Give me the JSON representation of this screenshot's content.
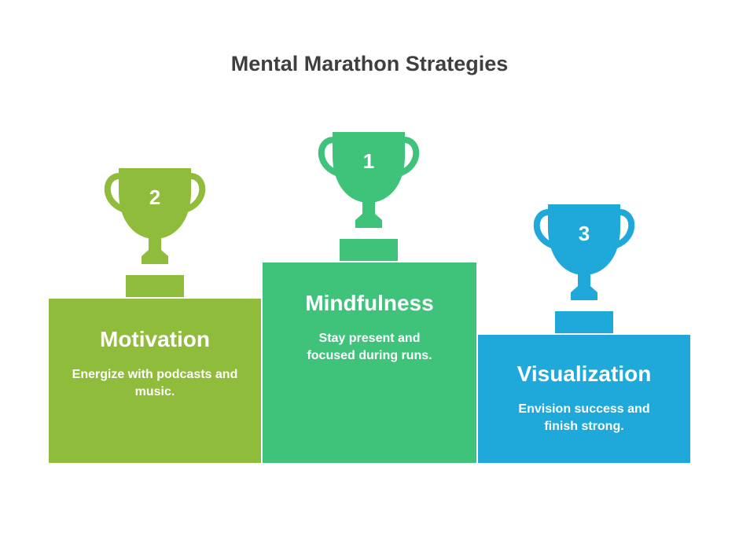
{
  "title": "Mental Marathon Strategies",
  "colors": {
    "green_light": "#8fbc3b",
    "green": "#3fc37b",
    "blue": "#1ea9da",
    "title": "#3f3f3f"
  },
  "podiums": [
    {
      "rank": "2",
      "name": "Motivation",
      "description": "Energize with podcasts and music.",
      "icon": "trophy-icon"
    },
    {
      "rank": "1",
      "name": "Mindfulness",
      "description": "Stay present and focused during runs.",
      "icon": "trophy-icon"
    },
    {
      "rank": "3",
      "name": "Visualization",
      "description": "Envision success and finish strong.",
      "icon": "trophy-icon"
    }
  ]
}
